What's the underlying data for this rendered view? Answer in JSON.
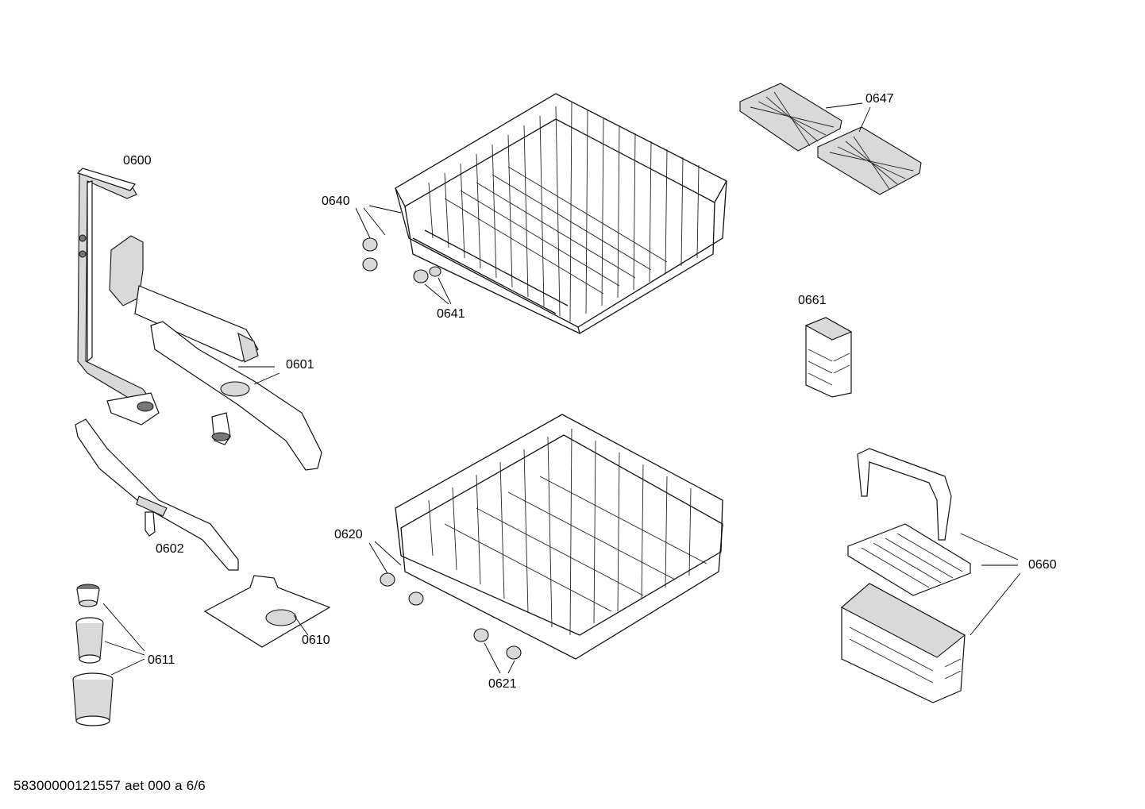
{
  "labels": {
    "p0600": "0600",
    "p0601": "0601",
    "p0602": "0602",
    "p0610": "0610",
    "p0611": "0611",
    "p0620": "0620",
    "p0621": "0621",
    "p0640": "0640",
    "p0641": "0641",
    "p0647": "0647",
    "p0660": "0660",
    "p0661": "0661"
  },
  "footer": {
    "doc_id": "58300000121557 aet 000 a 6/6"
  }
}
